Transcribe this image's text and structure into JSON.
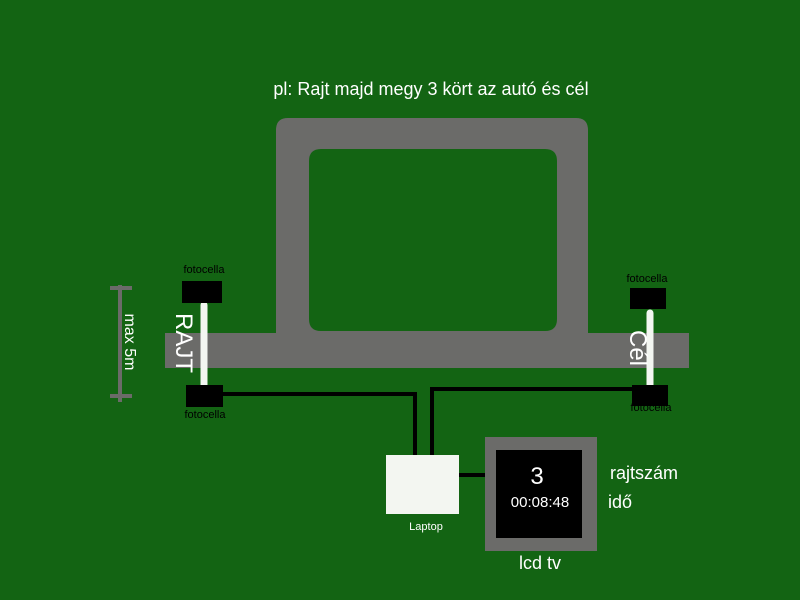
{
  "colors": {
    "background": "#136413",
    "track": "#6b6b69",
    "sensor": "#000000",
    "beam": "#f3f6f1",
    "laptop": "#f3f6f1",
    "cable": "#000000",
    "tv_frame": "#6b6b69",
    "screen": "#000000",
    "text": "#ffffff",
    "ruler": "#6b6b69"
  },
  "caption": "pl: Rajt majd megy 3 kört az autó és cél",
  "start": {
    "label": "RAJT",
    "sensor_top_label": "fotocella",
    "sensor_bottom_label": "fotocella"
  },
  "finish": {
    "label": "Cél",
    "sensor_top_label": "fotocella",
    "sensor_bottom_label": "fotocella"
  },
  "ruler": {
    "label": "max 5m"
  },
  "laptop": {
    "label": "Laptop"
  },
  "tv": {
    "label": "lcd tv",
    "race_number": "3",
    "time": "00:08:48",
    "race_number_label": "rajtszám",
    "time_label": "idő"
  }
}
